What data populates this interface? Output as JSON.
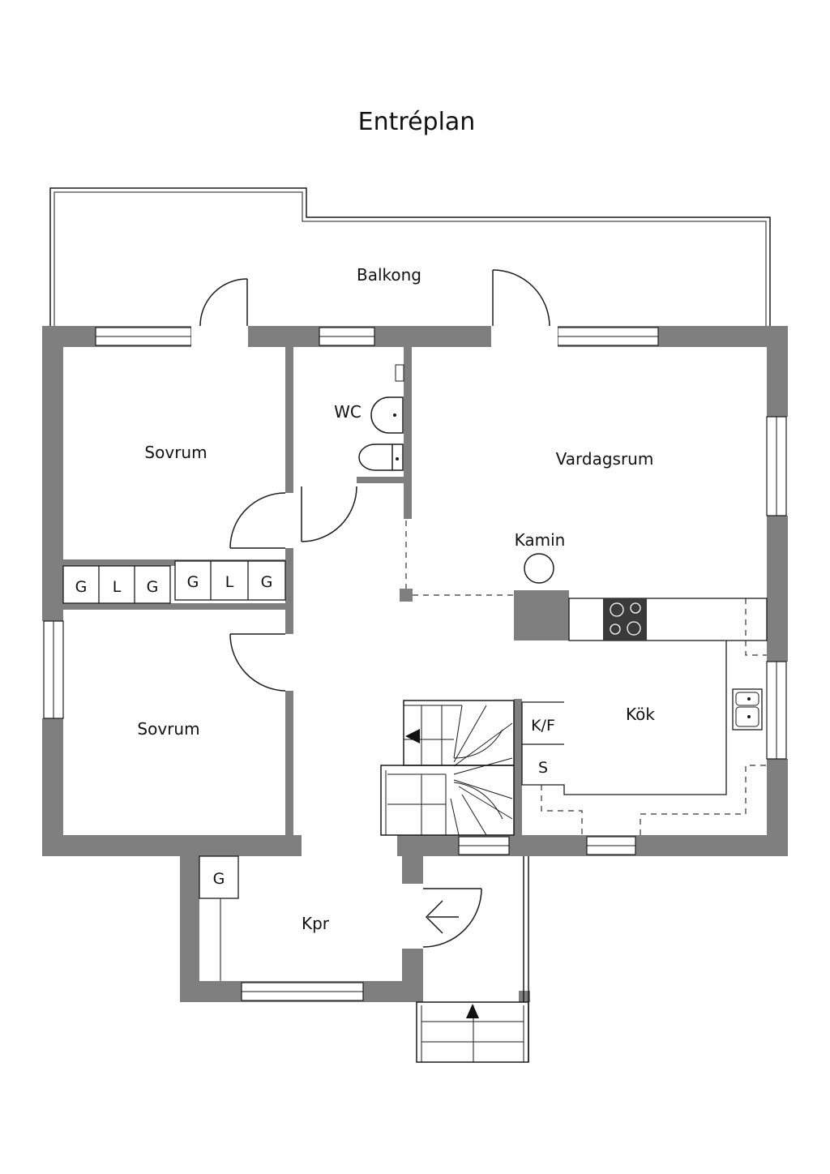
{
  "title": "Entréplan",
  "rooms": {
    "balkong": "Balkong",
    "sovrum_top": "Sovrum",
    "wc": "WC",
    "vardagsrum": "Vardagsrum",
    "kamin": "Kamin",
    "sovrum_bottom": "Sovrum",
    "kok": "Kök",
    "kpr": "Kpr"
  },
  "closets": {
    "left_group": [
      "G",
      "L",
      "G"
    ],
    "right_group": [
      "G",
      "L",
      "G"
    ],
    "kpr": "G"
  },
  "kitchen": {
    "kf": "K/F",
    "s": "S"
  },
  "colors": {
    "wall": "#7f7f7f",
    "line": "#1a1a1a",
    "stove": "#3a3a3a"
  },
  "icons": [
    "arrow-left-icon",
    "arrow-up-icon",
    "stairs-down-arrow-icon"
  ]
}
